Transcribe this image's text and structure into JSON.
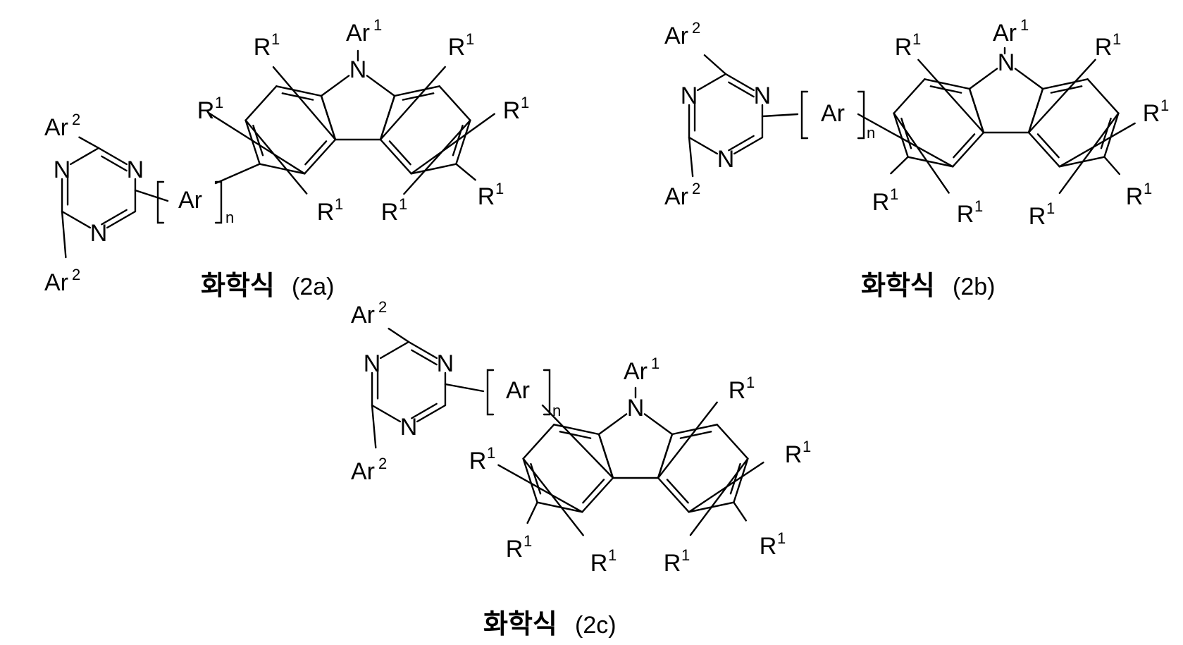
{
  "labels": {
    "ar1": "Ar",
    "ar1_sup": "1",
    "ar2": "Ar",
    "ar2_sup": "2",
    "ar": "Ar",
    "n_sub": "n",
    "r": "R",
    "r_sup": "1",
    "nitrogen": "N"
  },
  "captions": [
    {
      "korean": "화학식",
      "number": "(2a)"
    },
    {
      "korean": "화학식",
      "number": "(2b)"
    },
    {
      "korean": "화학식",
      "number": "(2c)"
    }
  ],
  "colors": {
    "ink": "#000000",
    "background": "#ffffff"
  }
}
